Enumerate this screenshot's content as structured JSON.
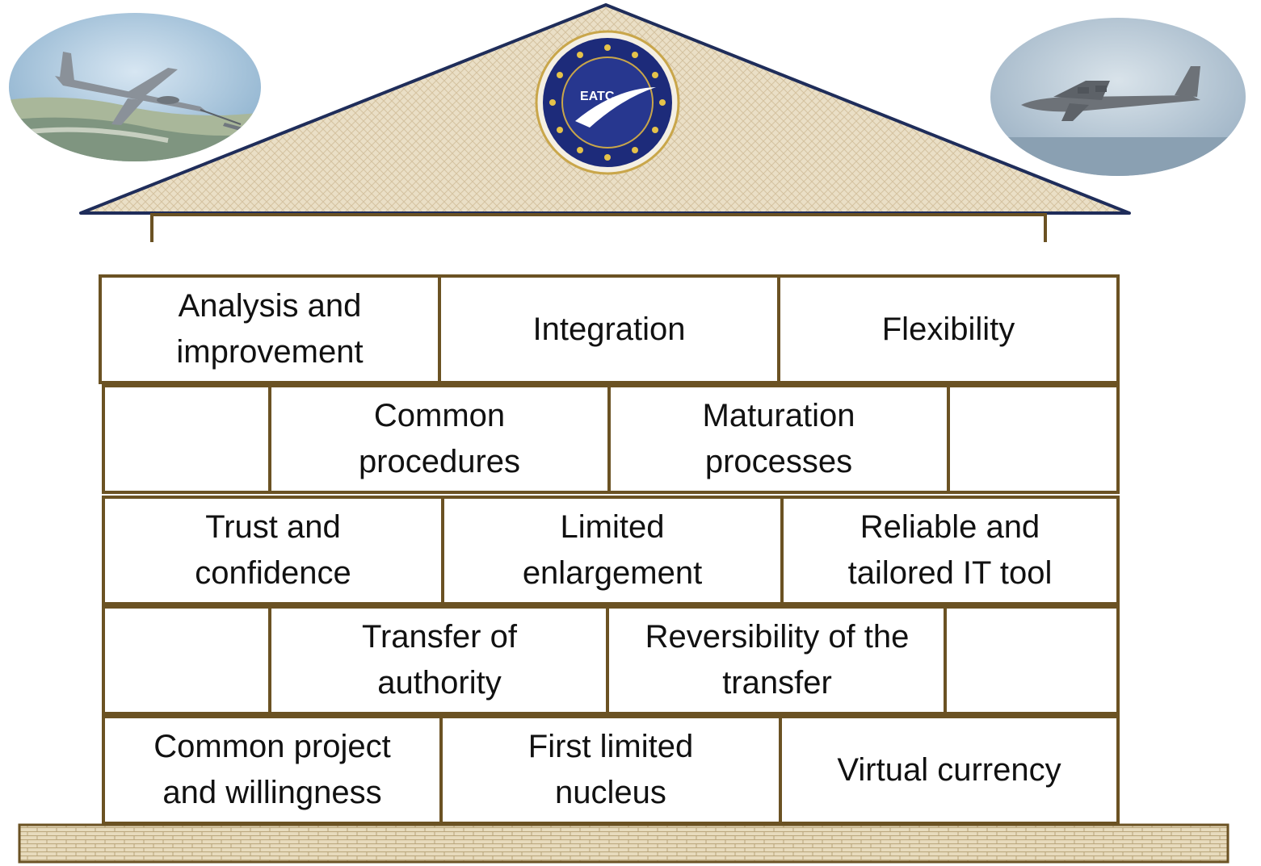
{
  "logo": {
    "icon": "eatc-emblem-icon",
    "text": "EATC"
  },
  "photos": {
    "left_icon": "refuelling-aircraft-photo",
    "right_icon": "transport-aircraft-photo"
  },
  "bricks": {
    "row1": {
      "b1": "Analysis and\nimprovement",
      "b2": "Integration",
      "b3": "Flexibility"
    },
    "row2": {
      "b1": "Common\nprocedures",
      "b2": "Maturation\nprocesses"
    },
    "row3": {
      "b1": "Trust and\nconfidence",
      "b2": "Limited\nenlargement",
      "b3": "Reliable and\ntailored IT tool"
    },
    "row4": {
      "b1": "Transfer of\nauthority",
      "b2": "Reversibility of the\ntransfer"
    },
    "row5": {
      "b1": "Common project\nand willingness",
      "b2": "First limited\nnucleus",
      "b3": "Virtual currency"
    }
  },
  "colors": {
    "brick_border": "#6b5223",
    "roof_outline": "#1f2d5a",
    "roof_fill": "#e9dcc2",
    "logo_blue": "#1d2b7a",
    "logo_gold": "#c9a64a"
  }
}
